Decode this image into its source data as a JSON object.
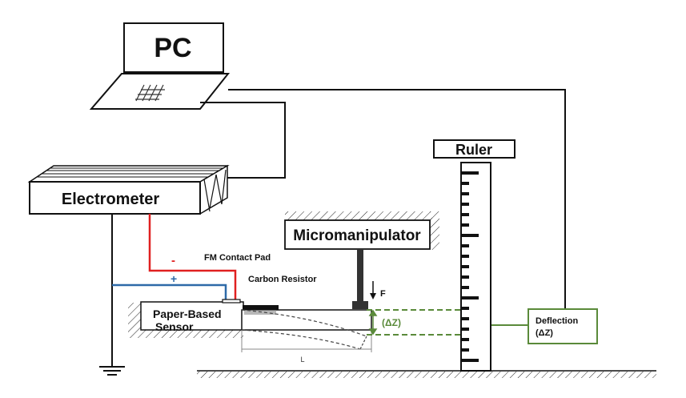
{
  "labels": {
    "pc": "PC",
    "electrometer": "Electrometer",
    "micromanipulator": "Micromanipulator",
    "ruler": "Ruler",
    "fm_contact_pad": "FM Contact Pad",
    "carbon_resistor": "Carbon Resistor",
    "sensor_line1": "Paper-Based",
    "sensor_line2": "Sensor",
    "force": "F",
    "delta_z": "(ΔZ)",
    "deflection_line1": "Deflection",
    "deflection_line2": "(ΔZ)",
    "length": "L",
    "minus": "-",
    "plus": "+"
  },
  "colors": {
    "positive_wire": "#2e6aa8",
    "negative_wire": "#e02020",
    "deflection": "#5a8a3a",
    "outline": "#111111"
  },
  "icons": {
    "ground": "ground-symbol-icon",
    "force_arrow": "down-arrow-icon",
    "keyboard": "keyboard-hatch-icon"
  }
}
